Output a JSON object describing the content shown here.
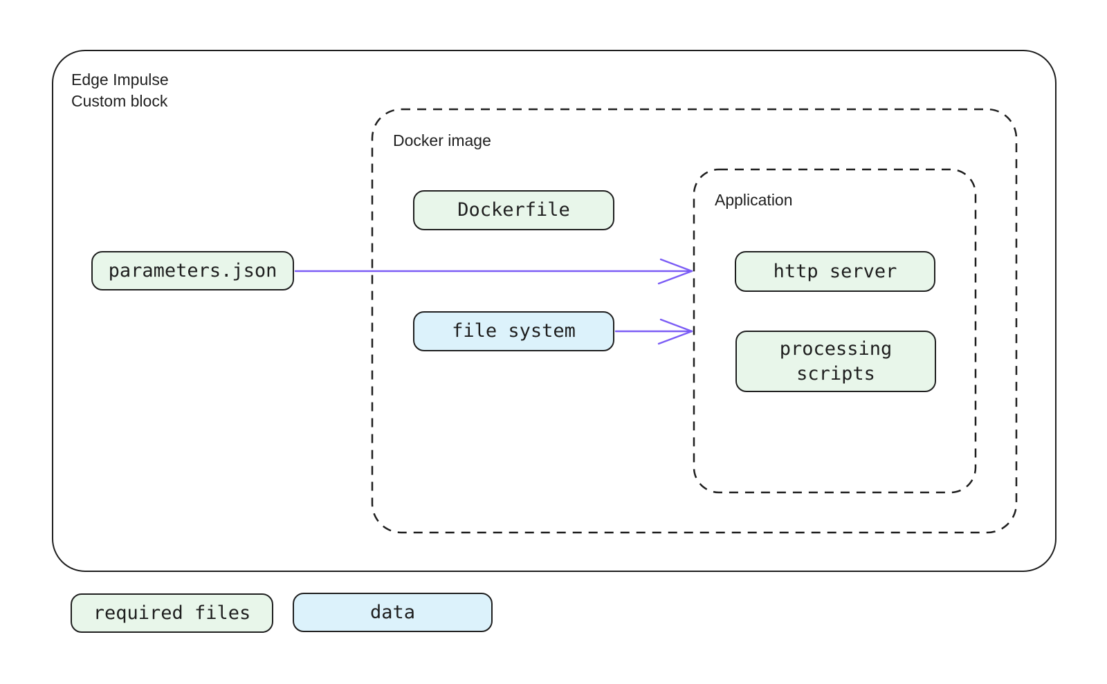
{
  "outer": {
    "label": "Edge Impulse\nCustom block"
  },
  "docker": {
    "label": "Docker image"
  },
  "application": {
    "label": "Application"
  },
  "nodes": {
    "parameters_json": {
      "label": "parameters.json",
      "category": "required files"
    },
    "dockerfile": {
      "label": "Dockerfile",
      "category": "required files"
    },
    "file_system": {
      "label": "file system",
      "category": "data"
    },
    "http_server": {
      "label": "http server",
      "category": "required files"
    },
    "processing_scripts": {
      "label": "processing\nscripts",
      "category": "required files"
    }
  },
  "legend": {
    "required_files": {
      "label": "required files"
    },
    "data": {
      "label": "data"
    }
  },
  "arrows": [
    {
      "from": "parameters.json",
      "to": "Application (http server row)"
    },
    {
      "from": "file system",
      "to": "Application (processing scripts row)"
    }
  ],
  "colors": {
    "required_files_fill": "#e8f6ea",
    "data_fill": "#dcf2fb",
    "stroke": "#1e1e1e",
    "arrow": "#7b5cf5",
    "background": "#ffffff"
  }
}
